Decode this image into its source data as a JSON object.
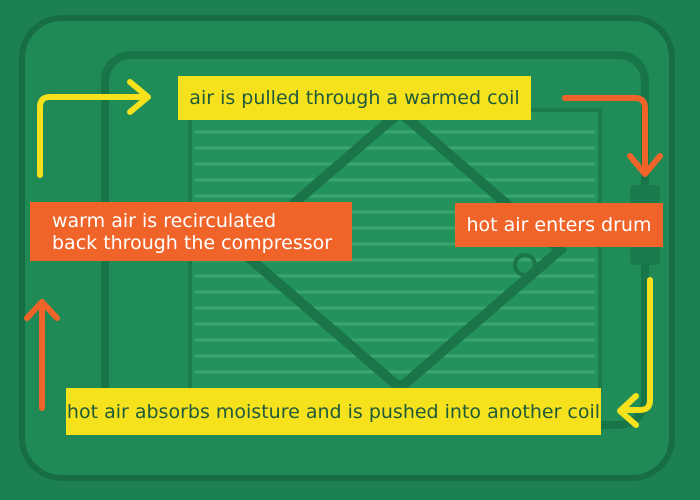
{
  "diagram": {
    "steps": [
      {
        "text": "air is pulled through a warmed coil",
        "color": "#f5e21c"
      },
      {
        "text": "hot air enters drum",
        "color": "#f0642a"
      },
      {
        "text": "hot air absorbs moisture and is pushed into another coil",
        "color": "#f5e21c"
      },
      {
        "text_line1": "warm air is recirculated",
        "text_line2": "back through the compressor",
        "color": "#f0642a"
      }
    ],
    "colors": {
      "background": "#1f8a55",
      "yellow": "#f5e21c",
      "orange": "#f0642a",
      "coil_lines": "#3c9b6c"
    }
  }
}
